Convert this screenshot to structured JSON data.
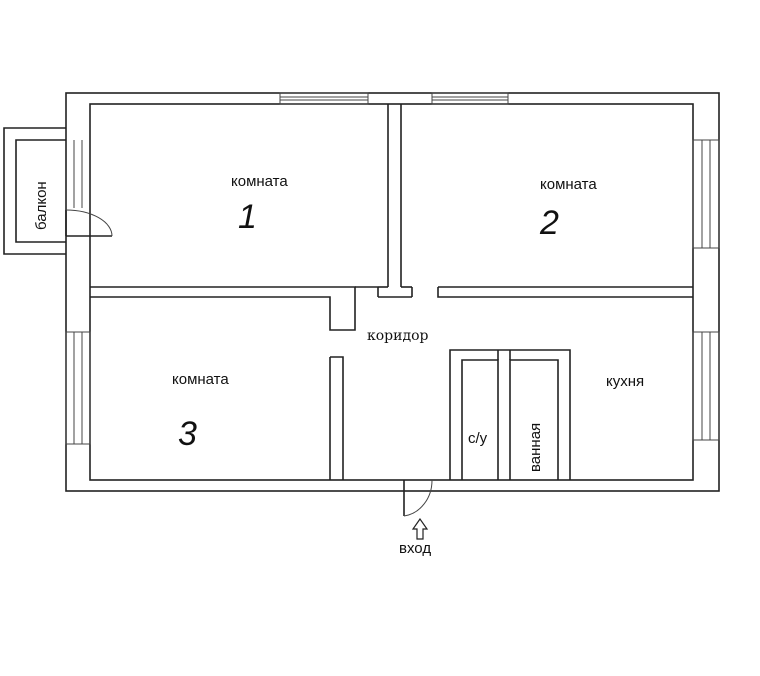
{
  "rooms": {
    "room1_label": "комната",
    "room1_number": "1",
    "room2_label": "комната",
    "room2_number": "2",
    "room3_label": "комната",
    "room3_number": "3",
    "corridor": "коридор",
    "kitchen": "кухня",
    "toilet": "с/у",
    "bathroom": "ванная",
    "balcony": "балкон",
    "entrance": "вход"
  }
}
